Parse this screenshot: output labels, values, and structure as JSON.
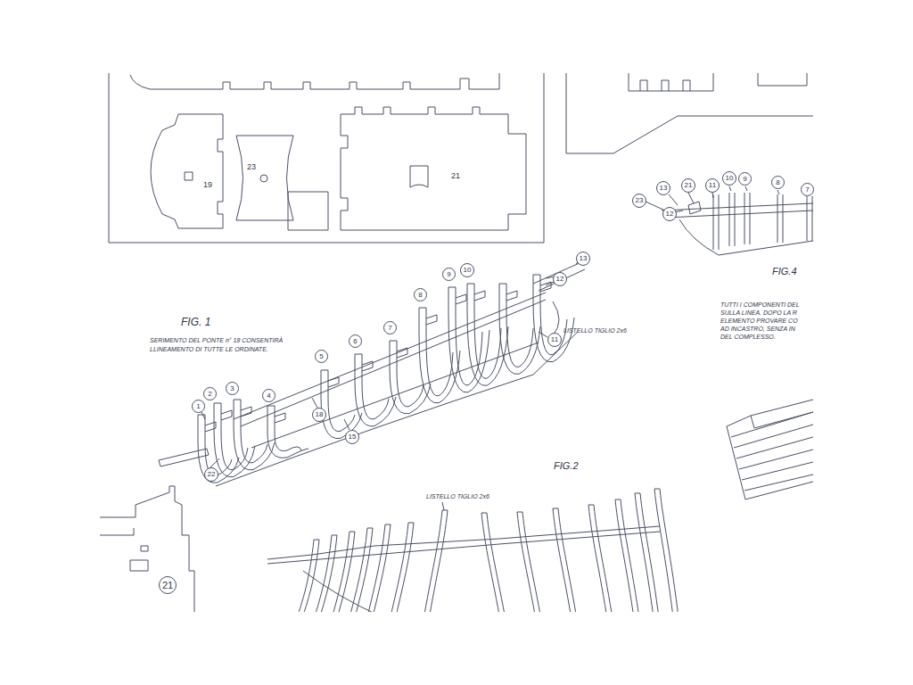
{
  "diagram": {
    "nodes": [
      {
        "text": [
          "23"
        ]
      },
      {
        "text": [
          "13"
        ]
      },
      {
        "text": [
          "21"
        ]
      },
      {
        "text": [
          "11"
        ]
      },
      {
        "text": [
          "10"
        ]
      },
      {
        "text": [
          "9"
        ]
      },
      {
        "text": [
          "8"
        ]
      },
      {
        "text": [
          "7"
        ]
      },
      {
        "text": [
          "12"
        ]
      },
      {
        "text": [
          "13"
        ]
      },
      {
        "text": [
          "9"
        ]
      },
      {
        "text": [
          "10"
        ]
      },
      {
        "text": [
          "12"
        ]
      },
      {
        "text": [
          "8"
        ]
      },
      {
        "text": [
          "7"
        ]
      },
      {
        "text": [
          "6"
        ]
      },
      {
        "text": [
          "5"
        ]
      },
      {
        "text": [
          "11"
        ]
      },
      {
        "text": [
          "4"
        ]
      },
      {
        "text": [
          "2"
        ]
      },
      {
        "text": [
          "3"
        ]
      },
      {
        "text": [
          "1"
        ]
      },
      {
        "text": [
          "18"
        ]
      },
      {
        "text": [
          "15"
        ]
      },
      {
        "text": [
          "22"
        ]
      },
      {
        "text": [
          "21"
        ]
      }
    ],
    "labels": [
      "19",
      "23",
      "21",
      "FIG.4",
      "TUTTI I COMPONENTI DEL",
      "SULLA LINEA. DOPO LA R",
      "ELEMENTO PROVARE CO",
      "AD INCASTRO, SENZA IN",
      "DEL COMPLESSO.",
      "FIG. 1",
      "SERIMENTO DEL PONTE n° 18 CONSENTIRÀ",
      "LLINEAMENTO DI TUTTE LE ORDINATE.",
      "LISTELLO TIGLIO 2x6",
      "FIG.2",
      "LISTELLO TIGLIO 2x6"
    ]
  }
}
